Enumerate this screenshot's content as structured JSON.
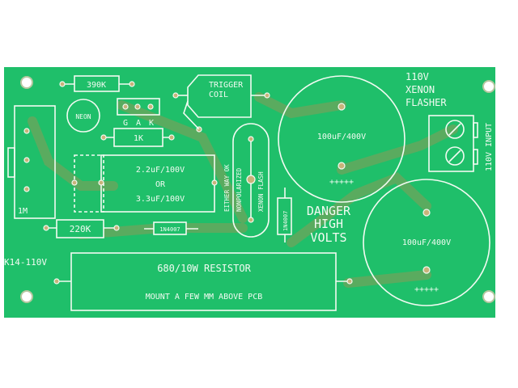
{
  "board": {
    "color": "#1fbf6a",
    "title_lines": [
      "110V",
      "XENON",
      "FLASHER"
    ],
    "model": "K14-110V",
    "resistor_390k": "390K",
    "resistor_1k": "1K",
    "resistor_220k": "220K",
    "resistor_1m": "1M",
    "neon": "NEON",
    "scr_pins": [
      "G",
      "A",
      "K"
    ],
    "trigger_coil": [
      "TRIGGER",
      "COIL"
    ],
    "cap_small": [
      "2.2uF/100V",
      "OR",
      "3.3uF/100V"
    ],
    "xenon_labels": [
      "EITHER WAY OK",
      "NONPOLARIZED",
      "XENON   FLASH"
    ],
    "diode_vertical": "1N4007",
    "diode_horizontal": "1N4007",
    "cap_big_1": {
      "value": "100uF/400V",
      "polarity": "+++++"
    },
    "cap_big_2": {
      "value": "100uF/400V",
      "polarity": "+++++"
    },
    "input_label": "110V INPUT",
    "danger": [
      "DANGER",
      "HIGH",
      "VOLTS"
    ],
    "power_resistor": "680/10W RESISTOR",
    "power_resistor_note": "MOUNT A FEW MM ABOVE PCB"
  }
}
